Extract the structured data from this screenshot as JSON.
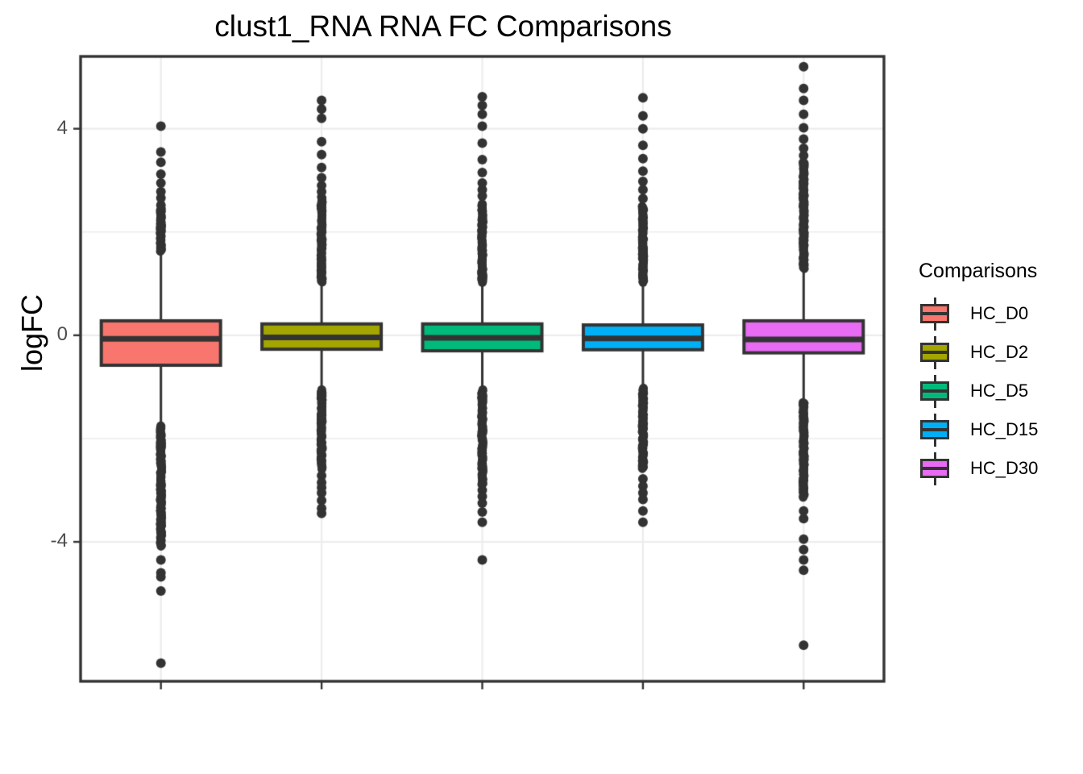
{
  "chart_data": {
    "type": "boxplot",
    "title": "clust1_RNA RNA FC Comparisons",
    "xlabel": "",
    "ylabel": "logFC",
    "legend_title": "Comparisons",
    "legend_position": "right",
    "grid": true,
    "ylim": [
      -6.7,
      5.4
    ],
    "yticks": [
      4,
      0,
      -4
    ],
    "ytick_labels": [
      "4",
      "0",
      "-4"
    ],
    "yminor": [
      2,
      -2
    ],
    "xticks_count": 5,
    "xtick_labels": [
      "",
      "",
      "",
      "",
      ""
    ],
    "categories": [
      "HC_D0",
      "HC_D2",
      "HC_D5",
      "HC_D15",
      "HC_D30"
    ],
    "colors": [
      "#F8766D",
      "#A3A500",
      "#00BA7C",
      "#00B0F6",
      "#E76BF3"
    ],
    "box_outline_color": "#333333",
    "outlier_color": "#333333",
    "panel_background": "#FFFFFF",
    "panel_border_color": "#333333",
    "gridline_color": "#EDEDED",
    "series": [
      {
        "name": "HC_D0",
        "color": "#F8766D",
        "q1": -0.58,
        "median": -0.07,
        "q3": 0.28,
        "whisker_low": -1.75,
        "whisker_high": 1.62,
        "outlier_high_max": 4.05,
        "outlier_low_min": -6.35,
        "outliers_dense_high": [
          1.62,
          2.45
        ],
        "outliers_sparse_high": [
          2.52,
          2.66,
          2.78,
          2.95,
          3.12,
          3.35,
          3.55,
          4.05
        ],
        "outliers_dense_low": [
          -4.1,
          -1.75
        ],
        "outliers_sparse_low": [
          -4.35,
          -4.6,
          -4.68,
          -4.95,
          -6.35
        ]
      },
      {
        "name": "HC_D2",
        "color": "#A3A500",
        "q1": -0.27,
        "median": -0.04,
        "q3": 0.22,
        "whisker_low": -1.05,
        "whisker_high": 1.02,
        "outlier_high_max": 4.55,
        "outlier_low_min": -3.45,
        "outliers_dense_high": [
          1.02,
          2.68
        ],
        "outliers_sparse_high": [
          2.78,
          2.9,
          3.05,
          3.25,
          3.5,
          3.75,
          4.2,
          4.38,
          4.55
        ],
        "outliers_dense_low": [
          -2.6,
          -1.05
        ],
        "outliers_sparse_low": [
          -2.72,
          -2.85,
          -2.95,
          -3.05,
          -3.2,
          -3.35,
          -3.45
        ]
      },
      {
        "name": "HC_D5",
        "color": "#00BA7C",
        "q1": -0.3,
        "median": -0.05,
        "q3": 0.22,
        "whisker_low": -1.05,
        "whisker_high": 1.02,
        "outlier_high_max": 4.62,
        "outlier_low_min": -4.35,
        "outliers_dense_high": [
          1.02,
          2.55
        ],
        "outliers_sparse_high": [
          2.7,
          2.82,
          2.95,
          3.15,
          3.4,
          3.72,
          4.05,
          4.28,
          4.45,
          4.62
        ],
        "outliers_dense_low": [
          -2.9,
          -1.05
        ],
        "outliers_sparse_low": [
          -3.0,
          -3.12,
          -3.25,
          -3.42,
          -3.62,
          -4.35
        ]
      },
      {
        "name": "HC_D15",
        "color": "#00B0F6",
        "q1": -0.28,
        "median": -0.06,
        "q3": 0.2,
        "whisker_low": -1.02,
        "whisker_high": 1.02,
        "outlier_high_max": 4.6,
        "outlier_low_min": -3.62,
        "outliers_dense_high": [
          1.02,
          2.5
        ],
        "outliers_sparse_high": [
          2.65,
          2.82,
          2.98,
          3.18,
          3.42,
          3.68,
          4.0,
          4.25,
          4.6
        ],
        "outliers_dense_low": [
          -2.6,
          -1.02
        ],
        "outliers_sparse_low": [
          -2.78,
          -2.92,
          -3.05,
          -3.18,
          -3.4,
          -3.62
        ]
      },
      {
        "name": "HC_D30",
        "color": "#E76BF3",
        "q1": -0.34,
        "median": -0.08,
        "q3": 0.28,
        "whisker_low": -1.3,
        "whisker_high": 1.28,
        "outlier_high_max": 5.2,
        "outlier_low_min": -6.0,
        "outliers_dense_high": [
          1.28,
          3.35
        ],
        "outliers_sparse_high": [
          3.48,
          3.62,
          3.8,
          4.02,
          4.28,
          4.55,
          4.78,
          5.2
        ],
        "outliers_dense_low": [
          -3.15,
          -1.3
        ],
        "outliers_sparse_low": [
          -3.4,
          -3.55,
          -3.95,
          -4.15,
          -4.35,
          -4.55,
          -6.0
        ]
      }
    ]
  }
}
